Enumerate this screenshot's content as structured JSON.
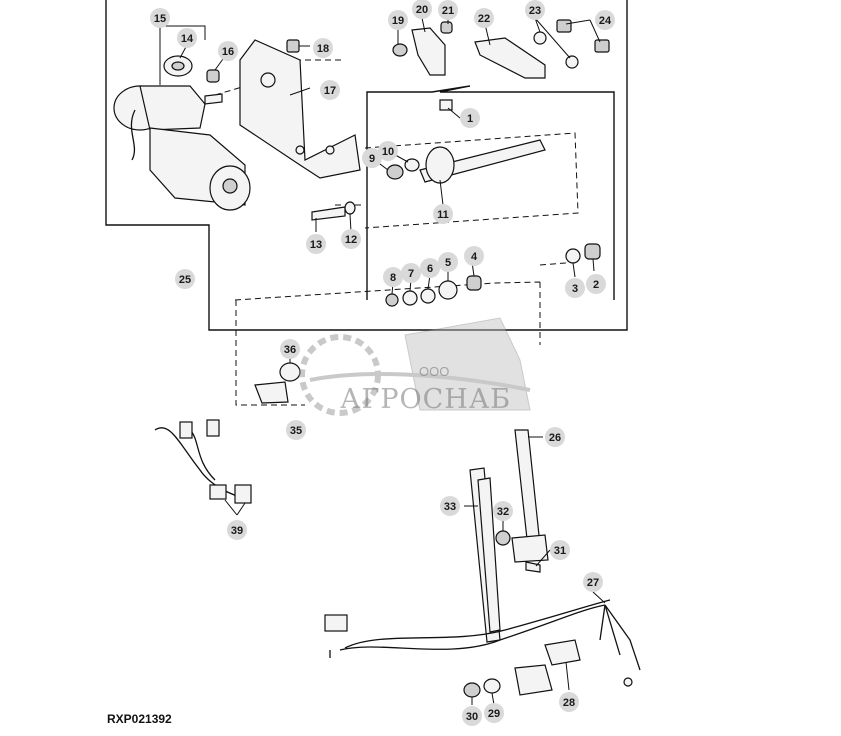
{
  "figure_code": "RXP021392",
  "watermark": {
    "sub": "ООО",
    "name": "АГРОСНАБ"
  },
  "callouts": [
    {
      "n": "15"
    },
    {
      "n": "14"
    },
    {
      "n": "16"
    },
    {
      "n": "18"
    },
    {
      "n": "17"
    },
    {
      "n": "19"
    },
    {
      "n": "20"
    },
    {
      "n": "21"
    },
    {
      "n": "22"
    },
    {
      "n": "23"
    },
    {
      "n": "24"
    },
    {
      "n": "1"
    },
    {
      "n": "9"
    },
    {
      "n": "10"
    },
    {
      "n": "11"
    },
    {
      "n": "13"
    },
    {
      "n": "12"
    },
    {
      "n": "25"
    },
    {
      "n": "8"
    },
    {
      "n": "7"
    },
    {
      "n": "6"
    },
    {
      "n": "5"
    },
    {
      "n": "4"
    },
    {
      "n": "3"
    },
    {
      "n": "2"
    },
    {
      "n": "36"
    },
    {
      "n": "35"
    },
    {
      "n": "26"
    },
    {
      "n": "33"
    },
    {
      "n": "32"
    },
    {
      "n": "31"
    },
    {
      "n": "39"
    },
    {
      "n": "27"
    },
    {
      "n": "28"
    },
    {
      "n": "30"
    },
    {
      "n": "29"
    }
  ]
}
